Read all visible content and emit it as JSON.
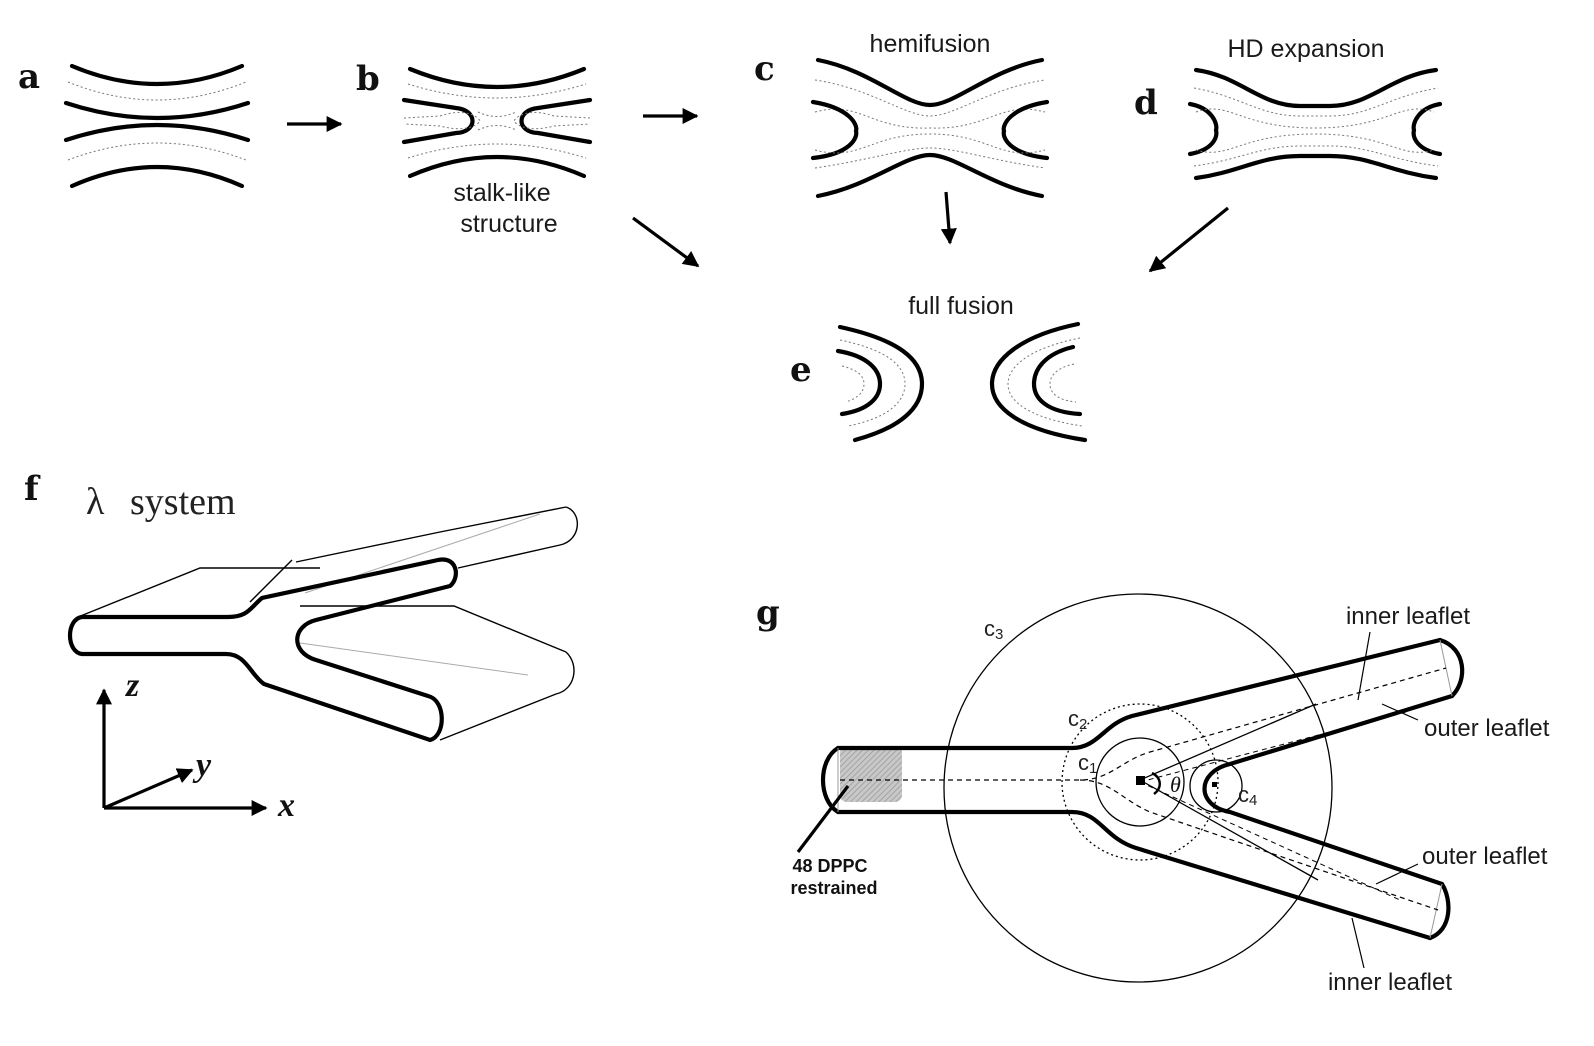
{
  "panels": {
    "a": {
      "label": "a"
    },
    "b": {
      "label": "b",
      "caption_line1": "stalk-like",
      "caption_line2": "structure"
    },
    "c": {
      "label": "c",
      "caption": "hemifusion"
    },
    "d": {
      "label": "d",
      "caption": "HD expansion"
    },
    "e": {
      "label": "e",
      "caption": "full fusion"
    },
    "f": {
      "label": "f",
      "title_symbol": "λ",
      "title_text": "system",
      "axes": {
        "x": "x",
        "y": "y",
        "z": "z"
      }
    },
    "g": {
      "label": "g",
      "circles": [
        {
          "name": "c",
          "sub": "1"
        },
        {
          "name": "c",
          "sub": "2"
        },
        {
          "name": "c",
          "sub": "3"
        },
        {
          "name": "c",
          "sub": "4"
        }
      ],
      "angle_symbol": "θ",
      "leaflets": {
        "upper_inner": "inner leaflet",
        "upper_outer": "outer leaflet",
        "lower_outer": "outer leaflet",
        "lower_inner": "inner leaflet"
      },
      "restraint_line1": "48 DPPC",
      "restraint_line2": "restrained"
    }
  }
}
